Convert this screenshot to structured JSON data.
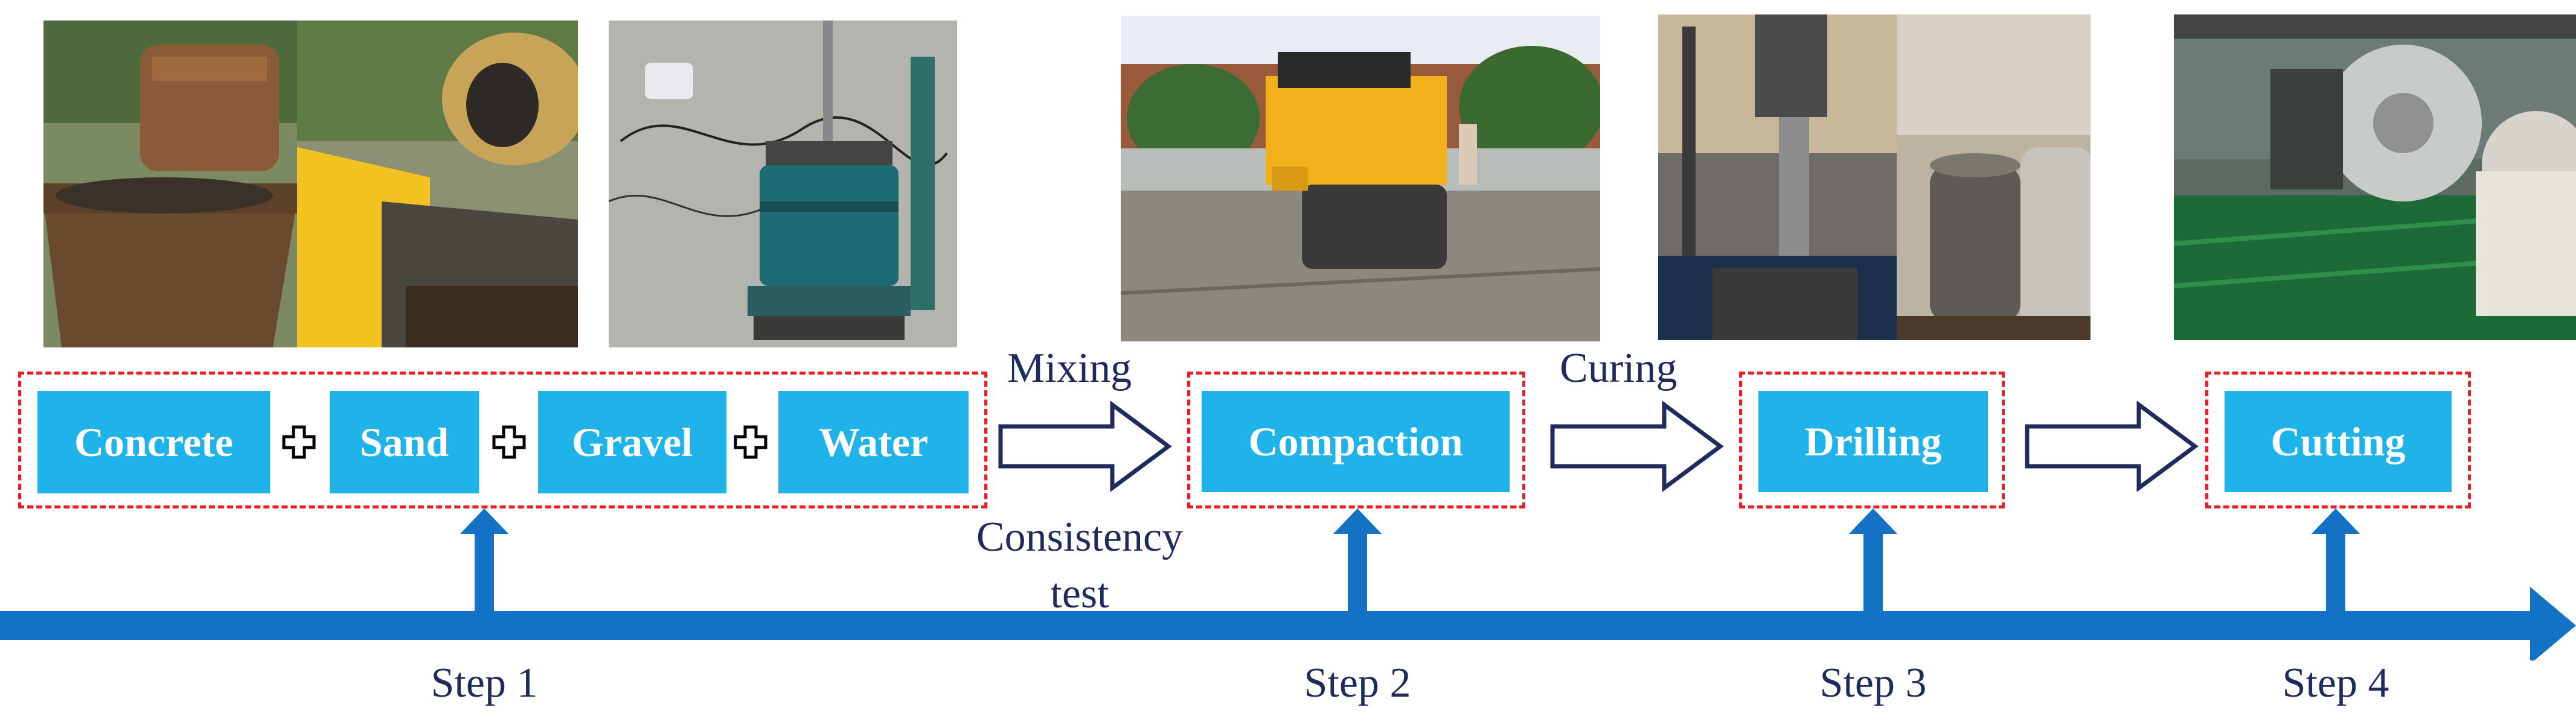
{
  "colors": {
    "box_fill": "#1fb3ea",
    "box_text": "#ffffff",
    "frame_dash": "#ee1c25",
    "timeline": "#1472c4",
    "caption_text": "#1f2b5c",
    "arrow_outline": "#1f2b5c"
  },
  "photos": [
    {
      "name": "concrete-mixing-photo",
      "icon": "concrete-mixer-image"
    },
    {
      "name": "consistency-test-photo",
      "icon": "vebe-apparatus-image"
    },
    {
      "name": "compaction-photo",
      "icon": "road-roller-image"
    },
    {
      "name": "drilling-photo",
      "icon": "core-drill-image"
    },
    {
      "name": "cutting-photo",
      "icon": "cutting-saw-image"
    }
  ],
  "materials": {
    "concrete": "Concrete",
    "sand": "Sand",
    "gravel": "Gravel",
    "water": "Water"
  },
  "stages": {
    "compaction": "Compaction",
    "drilling": "Drilling",
    "cutting": "Cutting"
  },
  "transitions": {
    "mixing": "Mixing",
    "curing": "Curing",
    "consistency_line1": "Consistency",
    "consistency_line2": "test"
  },
  "steps": {
    "step1": "Step 1",
    "step2": "Step 2",
    "step3": "Step 3",
    "step4": "Step 4"
  },
  "icons": {
    "plus": "plus-icon",
    "flow_arrow": "hollow-right-arrow-icon",
    "up_arrow": "up-arrow-icon",
    "timeline_arrow": "timeline-arrow"
  }
}
